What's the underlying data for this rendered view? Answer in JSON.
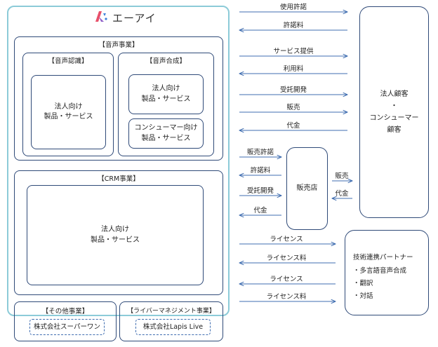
{
  "logo": {
    "text": "エーアイ",
    "icon": "ai-logo-icon",
    "colors": [
      "#e8506a",
      "#8f5fc8",
      "#3b7fd8"
    ]
  },
  "company_sections": {
    "voice_business": {
      "title": "【音声事業】",
      "recognition": {
        "title": "【音声認識】",
        "product": "法人向け\n製品・サービス"
      },
      "synthesis": {
        "title": "【音声合成】",
        "product_corporate": "法人向け\n製品・サービス",
        "product_consumer": "コンシューマー向け\n製品・サービス"
      }
    },
    "crm_business": {
      "title": "【CRM事業】",
      "product": "法人向け\n製品・サービス"
    },
    "other_business": {
      "title": "【その他事業】",
      "company": "株式会社スーパーワン"
    },
    "liver_business": {
      "title": "【ライバーマネジメント事業】",
      "company": "株式会社Lapis Live"
    }
  },
  "customers": {
    "text": "法人顧客\n・\nコンシューマー\n顧客"
  },
  "distributor": {
    "text": "販売店"
  },
  "partner": {
    "title": "技術連携パートナー",
    "items": [
      "・多言語音声合成",
      "・翻訳",
      "・対話"
    ]
  },
  "flows": {
    "to_customers": [
      {
        "label": "使用許諾",
        "direction": "right"
      },
      {
        "label": "許諾料",
        "direction": "left"
      },
      {
        "label": "サービス提供",
        "direction": "right"
      },
      {
        "label": "利用料",
        "direction": "left"
      },
      {
        "label": "受託開発",
        "direction": "right"
      },
      {
        "label": "販売",
        "direction": "right"
      },
      {
        "label": "代金",
        "direction": "left"
      }
    ],
    "to_distributor": [
      {
        "label": "販売許諾",
        "direction": "right"
      },
      {
        "label": "許諾料",
        "direction": "left"
      },
      {
        "label": "受託開発",
        "direction": "right"
      },
      {
        "label": "代金",
        "direction": "left"
      }
    ],
    "distributor_to_customers": [
      {
        "label": "販売",
        "direction": "right"
      },
      {
        "label": "代金",
        "direction": "left"
      }
    ],
    "to_partner": [
      {
        "label": "ライセンス",
        "direction": "right"
      },
      {
        "label": "ライセンス料",
        "direction": "left"
      },
      {
        "label": "ライセンス",
        "direction": "left"
      },
      {
        "label": "ライセンス料",
        "direction": "right"
      }
    ]
  },
  "colors": {
    "border": "#2f4a78",
    "outer": "#8ccbd8",
    "arrow": "#3f6db0",
    "dashed": "#3f6db0"
  }
}
